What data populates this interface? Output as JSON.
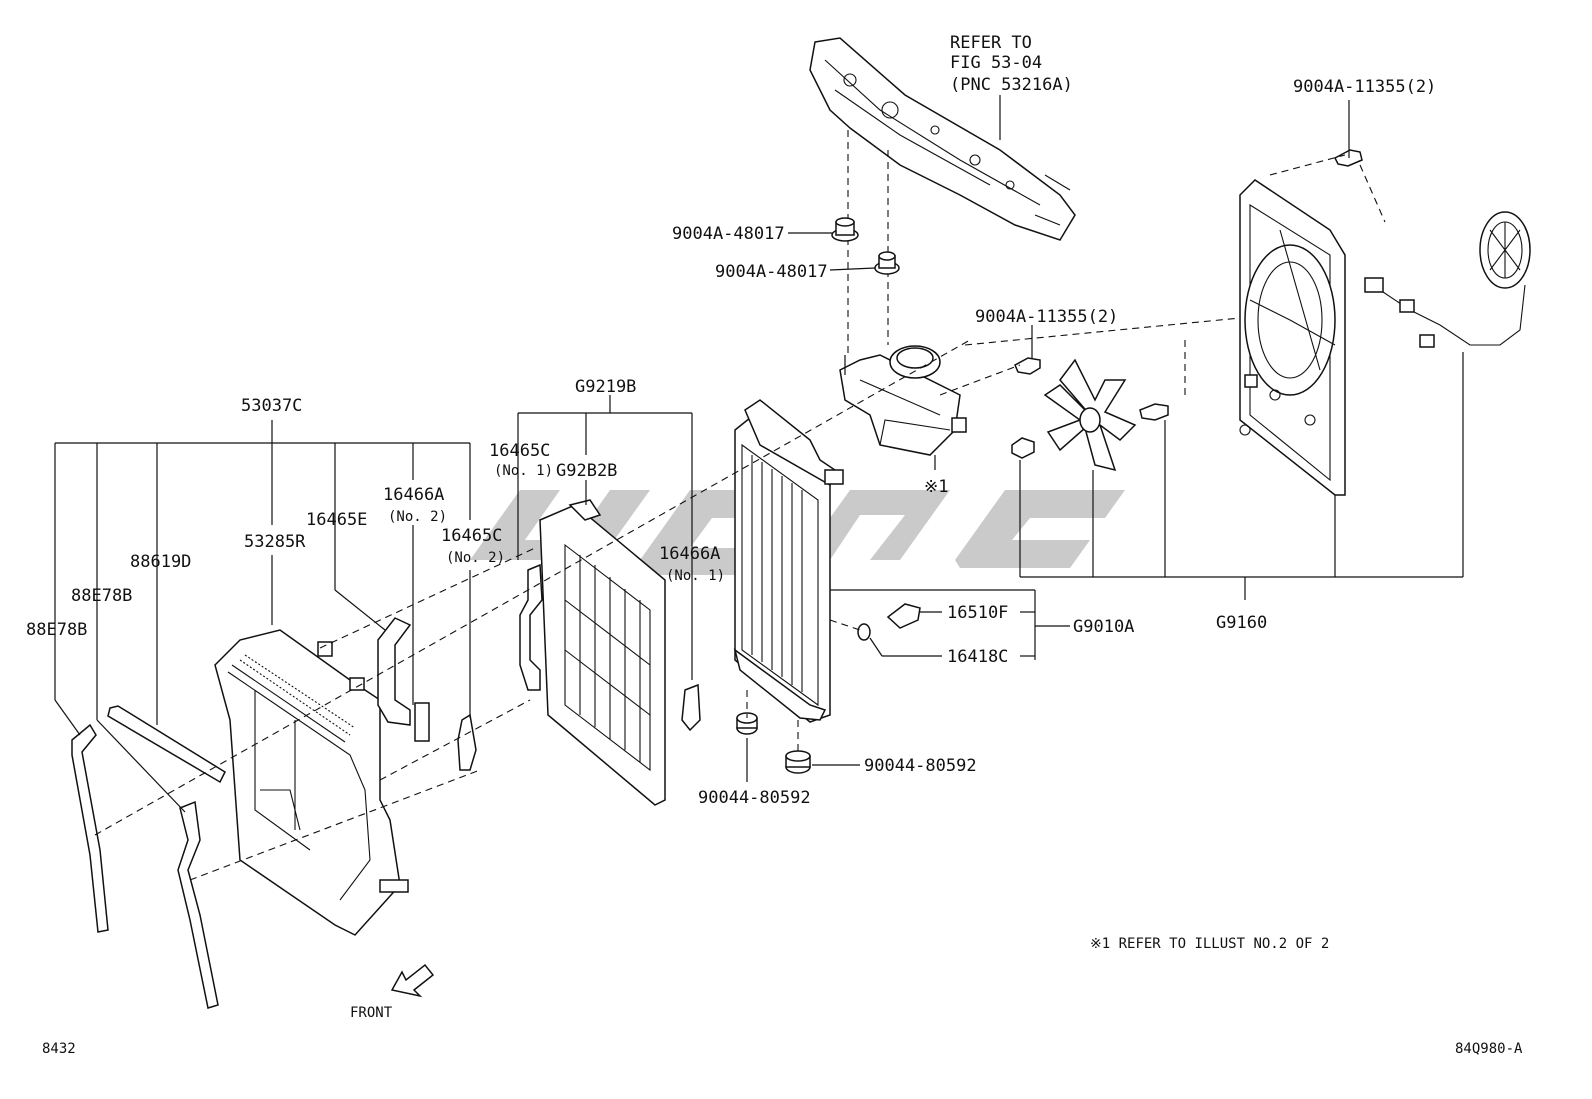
{
  "refer_note": [
    "REFER TO",
    "FIG 53-04",
    "(PNC 53216A)"
  ],
  "labels": {
    "p9004A_11355_top": "9004A-11355(2)",
    "p9004A_48017_a": "9004A-48017",
    "p9004A_48017_b": "9004A-48017",
    "p9004A_11355_mid": "9004A-11355(2)",
    "star1_mark": "※1",
    "G9219B": "G9219B",
    "p53037C": "53037C",
    "p16465C_no1": "16465C",
    "p16465C_no1_sub": "(No. 1)",
    "G92B2B": "G92B2B",
    "p16466A_no2": "16466A",
    "p16466A_no2_sub": "(No. 2)",
    "p16465E": "16465E",
    "p16465C_no2": "16465C",
    "p16465C_no2_sub": "(No. 2)",
    "p53285R": "53285R",
    "p16466A_no1": "16466A",
    "p16466A_no1_sub": "(No. 1)",
    "p88619D": "88619D",
    "p88E78B_a": "88E78B",
    "p88E78B_b": "88E78B",
    "p16510F": "16510F",
    "G9010A": "G9010A",
    "p16418C": "16418C",
    "G9160": "G9160",
    "p90044_80592_a": "90044-80592",
    "p90044_80592_b": "90044-80592",
    "front": "FRONT"
  },
  "footnote": "※1 REFER TO ILLUST NO.2 OF 2",
  "corner_left": "8432",
  "corner_right": "84Q980-A"
}
